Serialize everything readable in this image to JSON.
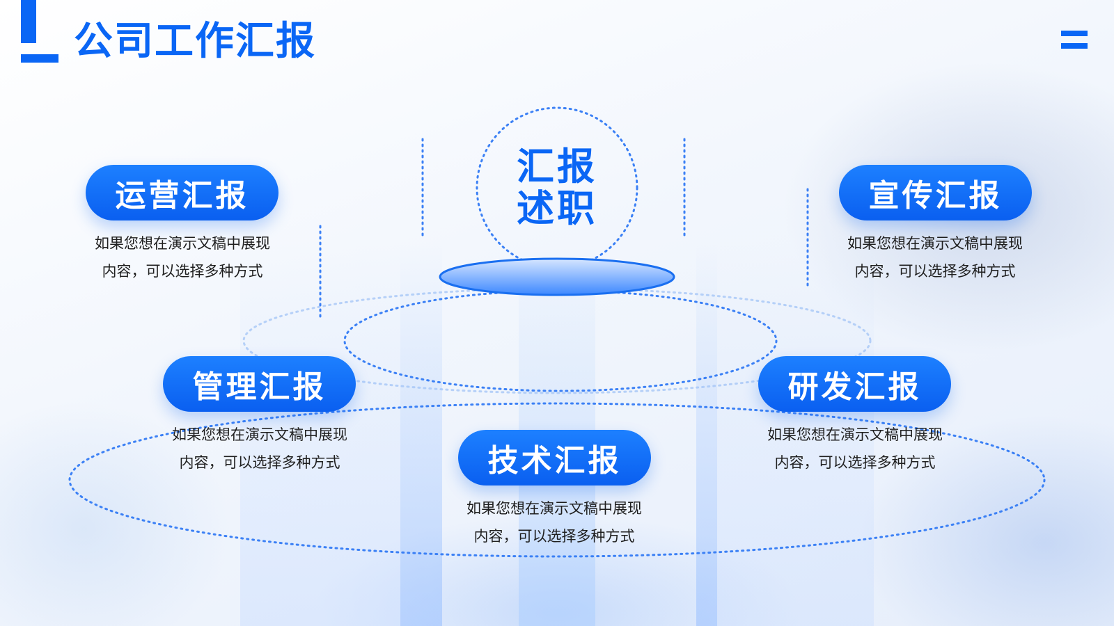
{
  "header": {
    "title": "公司工作汇报"
  },
  "center": {
    "line1": "汇报",
    "line2": "述职"
  },
  "cards": {
    "ops": {
      "title": "运营汇报",
      "line1": "如果您想在演示文稿中展现",
      "line2": "内容，可以选择多种方式"
    },
    "promo": {
      "title": "宣传汇报",
      "line1": "如果您想在演示文稿中展现",
      "line2": "内容，可以选择多种方式"
    },
    "mgmt": {
      "title": "管理汇报",
      "line1": "如果您想在演示文稿中展现",
      "line2": "内容，可以选择多种方式"
    },
    "rnd": {
      "title": "研发汇报",
      "line1": "如果您想在演示文稿中展现",
      "line2": "内容，可以选择多种方式"
    },
    "tech": {
      "title": "技术汇报",
      "line1": "如果您想在演示文稿中展现",
      "line2": "内容，可以选择多种方式"
    }
  },
  "icons": {
    "menu": "menu-icon"
  },
  "colors": {
    "accent": "#0a66f5",
    "text": "#1f1f1f",
    "background": "#f3f7fd"
  }
}
